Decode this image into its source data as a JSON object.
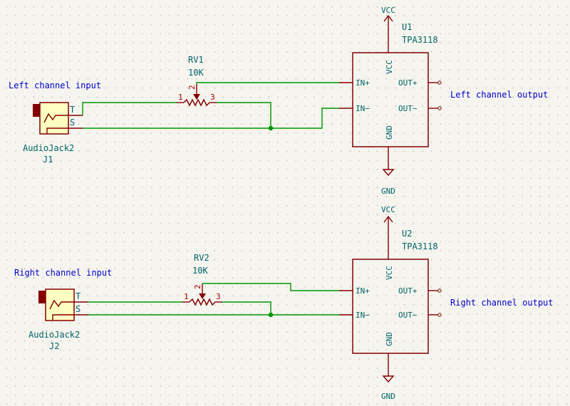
{
  "colors": {
    "wire": "#009600",
    "symbol": "#840000",
    "symbol_fill": "#ffffc2",
    "text": "#006464",
    "note": "#0000c8",
    "junction": "#009600",
    "background": "#f5f4ef"
  },
  "channels": [
    {
      "title": "Left channel input",
      "output_label": "Left channel output",
      "jack": {
        "value": "AudioJack2",
        "ref": "J1",
        "pin_t": "T",
        "pin_s": "S"
      },
      "pot": {
        "ref": "RV1",
        "value": "10K",
        "pin1": "1",
        "pin2": "2",
        "pin3": "3"
      },
      "amp": {
        "ref": "U1",
        "value": "TPA3118",
        "in_plus": "IN+",
        "in_minus": "IN−",
        "out_plus": "OUT+",
        "out_minus": "OUT−",
        "vcc_pin": "VCC",
        "gnd_pin": "GND"
      },
      "power": {
        "vcc": "VCC",
        "gnd": "GND"
      }
    },
    {
      "title": "Right channel input",
      "output_label": "Right channel output",
      "jack": {
        "value": "AudioJack2",
        "ref": "J2",
        "pin_t": "T",
        "pin_s": "S"
      },
      "pot": {
        "ref": "RV2",
        "value": "10K",
        "pin1": "1",
        "pin2": "2",
        "pin3": "3"
      },
      "amp": {
        "ref": "U2",
        "value": "TPA3118",
        "in_plus": "IN+",
        "in_minus": "IN−",
        "out_plus": "OUT+",
        "out_minus": "OUT−",
        "vcc_pin": "VCC",
        "gnd_pin": "GND"
      },
      "power": {
        "vcc": "VCC",
        "gnd": "GND"
      }
    }
  ]
}
